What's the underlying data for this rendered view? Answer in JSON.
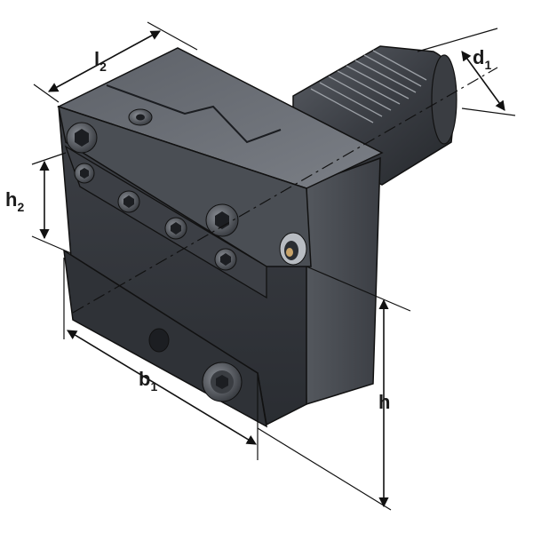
{
  "dimensions": {
    "l2": {
      "letter": "l",
      "sub": "2"
    },
    "d1": {
      "letter": "d",
      "sub": "1"
    },
    "h2": {
      "letter": "h",
      "sub": "2"
    },
    "b1": {
      "letter": "b",
      "sub": "1"
    },
    "h": {
      "letter": "h",
      "sub": ""
    }
  },
  "colors": {
    "body_dark": "#2b2e33",
    "body_mid": "#4a4d53",
    "body_light": "#6c7077",
    "highlight": "#9a9ea5",
    "outline": "#111111"
  }
}
